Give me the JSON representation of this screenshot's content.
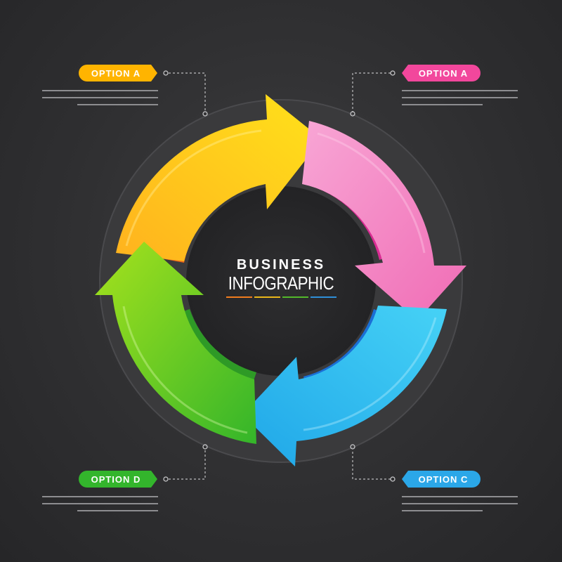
{
  "title": {
    "line1": "BUSINESS",
    "line2": "INFOGRAPHIC"
  },
  "options": [
    {
      "label": "OPTION A",
      "color": "#FFB400",
      "position": "top-left"
    },
    {
      "label": "OPTION A",
      "color": "#F2479C",
      "position": "top-right"
    },
    {
      "label": "OPTION C",
      "color": "#2BA7E8",
      "position": "bottom-right"
    },
    {
      "label": "OPTION D",
      "color": "#33B52C",
      "position": "bottom-left"
    }
  ],
  "arrows": [
    {
      "name": "yellow",
      "color": "#FFC21A"
    },
    {
      "name": "pink",
      "color": "#F48BC6"
    },
    {
      "name": "blue",
      "color": "#28C2EE"
    },
    {
      "name": "green",
      "color": "#6BCB22"
    }
  ],
  "title_underline_colors": [
    "#F07C1E",
    "#E9B61A",
    "#53B82B",
    "#2F8FD8"
  ]
}
